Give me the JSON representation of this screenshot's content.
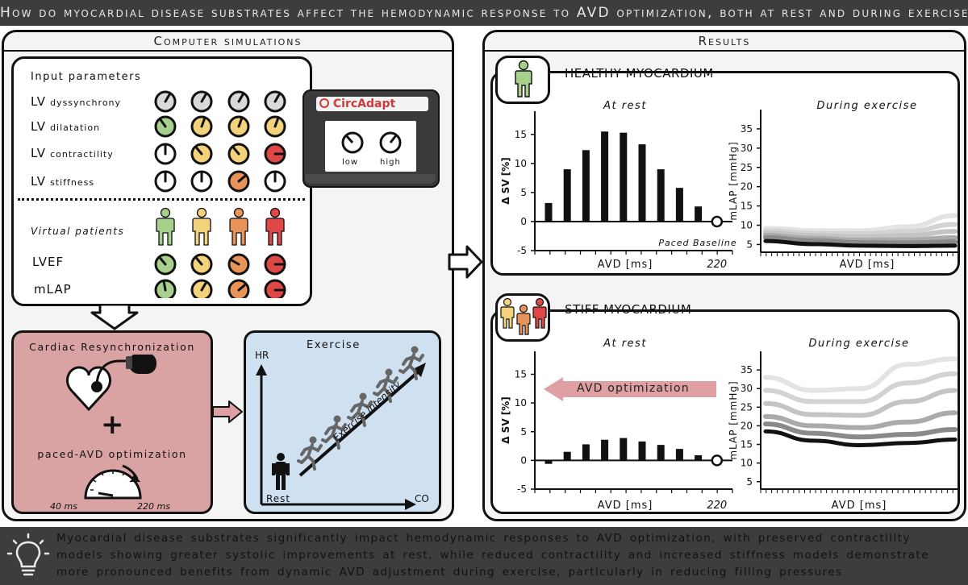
{
  "question": "How do myocardial disease substrates affect the hemodynamic response to AVD optimization, both at rest and during exercise?",
  "sim": {
    "title": "Computer simulations",
    "input_title": "Input parameters",
    "params": [
      {
        "main": "LV",
        "sub": "dyssynchrony"
      },
      {
        "main": "LV",
        "sub": "dilatation"
      },
      {
        "main": "LV",
        "sub": "contractility"
      },
      {
        "main": "LV",
        "sub": "stiffness"
      }
    ],
    "virtual_patients": "Virtual patients",
    "outputs": [
      "LVEF",
      "mLAP"
    ],
    "circadapt": "CircAdapt",
    "knob_low": "low",
    "knob_high": "high",
    "crt_title": "Cardiac Resynchronization",
    "plus": "+",
    "avd_opt": "paced-AVD optimization",
    "avd_min": "40 ms",
    "avd_max": "220 ms",
    "exercise_title": "Exercise",
    "hr": "HR",
    "co": "CO",
    "rest": "Rest",
    "exercise_intensity": "Exercise intensity"
  },
  "colors": {
    "grey": "#d9d9d9",
    "green": "#a8d08d",
    "yellow": "#f2d27a",
    "orange": "#e8935a",
    "red": "#e04848",
    "white": "#ffffff",
    "crt_bg": "#d9a3a4",
    "exercise_bg": "#cfe0f1",
    "arrow_pink": "#dfa0a4"
  },
  "results": {
    "title": "Results",
    "healthy_title": "HEALTHY MYOCARDIUM",
    "stiff_title": "STIFF MYOCARDIUM",
    "avd_arrow": "AVD optimization",
    "paced_baseline": "Paced Baseline"
  },
  "chart_data": [
    {
      "type": "bar",
      "panel": "healthy",
      "title": "At rest",
      "xlabel": "AVD [ms]",
      "ylabel": "Δ SV [%]",
      "ylim": [
        -5,
        19
      ],
      "yticks": [
        -5,
        0,
        5,
        10,
        15
      ],
      "x_end_label": "220",
      "values": [
        3.2,
        9.0,
        12.3,
        15.5,
        15.3,
        13.3,
        9.0,
        5.8,
        2.6,
        0
      ]
    },
    {
      "type": "line",
      "panel": "healthy",
      "title": "During exercise",
      "xlabel": "AVD [ms]",
      "ylabel": "mLAP [mmHg]",
      "ylim": [
        3,
        40
      ],
      "yticks": [
        5,
        10,
        15,
        20,
        25,
        30,
        35
      ],
      "x": [
        0,
        0.25,
        0.5,
        0.75,
        1
      ],
      "series": [
        {
          "values": [
            9.2,
            8.6,
            8.6,
            9.6,
            12.5
          ],
          "color": "#e3e3e3"
        },
        {
          "values": [
            8.6,
            7.9,
            7.8,
            8.4,
            10.2
          ],
          "color": "#d3d3d3"
        },
        {
          "values": [
            8.0,
            7.3,
            7.0,
            7.3,
            8.4
          ],
          "color": "#c4c4c4"
        },
        {
          "values": [
            7.4,
            6.6,
            6.1,
            6.2,
            6.8
          ],
          "color": "#aaaaaa"
        },
        {
          "values": [
            6.8,
            6.0,
            5.5,
            5.4,
            5.7
          ],
          "color": "#8a8a8a"
        },
        {
          "values": [
            5.9,
            5.1,
            4.7,
            4.6,
            4.7
          ],
          "color": "#111111"
        }
      ]
    },
    {
      "type": "bar",
      "panel": "stiff",
      "title": "At rest",
      "xlabel": "AVD [ms]",
      "ylabel": "Δ SV [%]",
      "ylim": [
        -5,
        19
      ],
      "yticks": [
        -5,
        0,
        5,
        10,
        15
      ],
      "x_end_label": "220",
      "values": [
        -0.6,
        1.5,
        2.8,
        3.6,
        3.9,
        3.3,
        2.7,
        2.0,
        0.9,
        0
      ]
    },
    {
      "type": "line",
      "panel": "stiff",
      "title": "During exercise",
      "xlabel": "AVD [ms]",
      "ylabel": "mLAP [mmHg]",
      "ylim": [
        3,
        40
      ],
      "yticks": [
        5,
        10,
        15,
        20,
        25,
        30,
        35
      ],
      "x": [
        0,
        0.25,
        0.5,
        0.75,
        1
      ],
      "series": [
        {
          "values": [
            33.0,
            29.5,
            30.0,
            36.5,
            38.0
          ],
          "color": "#e3e3e3"
        },
        {
          "values": [
            29.5,
            26.5,
            26.5,
            31.5,
            34.0
          ],
          "color": "#d3d3d3"
        },
        {
          "values": [
            26.0,
            23.0,
            22.8,
            26.5,
            29.5
          ],
          "color": "#c4c4c4"
        },
        {
          "values": [
            22.5,
            20.0,
            19.5,
            21.0,
            23.5
          ],
          "color": "#aaaaaa"
        },
        {
          "values": [
            20.5,
            18.0,
            17.0,
            17.7,
            19.0
          ],
          "color": "#8a8a8a"
        },
        {
          "values": [
            18.5,
            16.0,
            14.8,
            15.4,
            16.3
          ],
          "color": "#111111"
        }
      ]
    }
  ],
  "conclusion": "Myocardial disease substrates significantly impact hemodynamic responses to AVD optimization, with preserved contractility models showing greater systolic improvements at rest, while reduced contractility and increased stiffness models demonstrate more pronounced benefits from dynamic AVD adjustment during exercise, particularly in reducing filling pressures"
}
